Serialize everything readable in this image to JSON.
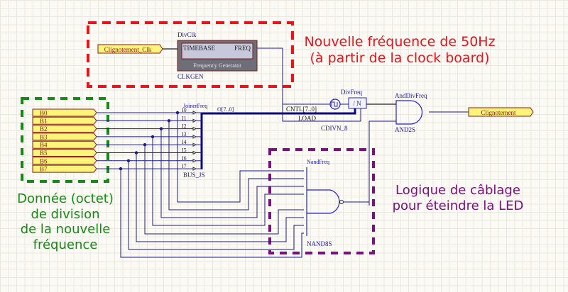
{
  "colors": {
    "wire": "#1a1a8c",
    "bus": "#0a0a80",
    "port_fill": "#fff47a",
    "port_border": "#8b1a1a",
    "component_fill": "#6e6e78",
    "red_annotation": "#e8141c",
    "green_annotation": "#168a16",
    "purple_annotation": "#7c1080",
    "label_blue": "#1a1aa0"
  },
  "annotations": {
    "frequency": [
      "Nouvelle fréquence de 50Hz",
      "(à partir de la clock board)"
    ],
    "division": [
      "Donnée (octet)",
      "de division",
      "de la nouvelle",
      "fréquence"
    ],
    "logic": [
      "Logique de câblage",
      "pour éteindre la LED"
    ]
  },
  "ports": {
    "input_clk": "Clignotement_Clk",
    "output": "Clignotement",
    "bits": [
      "B0",
      "B1",
      "B2",
      "B3",
      "B4",
      "B5",
      "B6",
      "B7"
    ]
  },
  "components": {
    "clkgen": {
      "name": "DivClk",
      "type": "CLKGEN",
      "pin_in": "TIMEBASE",
      "pin_out": "FREQ",
      "caption": "Frequency Generator"
    },
    "joiner": {
      "name": "JoinerFreq",
      "type": "BUS_JS",
      "inputs": [
        "I0",
        "I1",
        "I2",
        "I3",
        "I4",
        "I5",
        "I6",
        "I7"
      ],
      "output": "O[7..0]"
    },
    "divider": {
      "name": "DivFreq",
      "type": "CDIVN_8",
      "pin_cntl": "CNTL[7..0]",
      "pin_load": "LOAD",
      "symbol": "/ N"
    },
    "and_gate": {
      "name": "AndDivFreq",
      "type": "AND2S"
    },
    "nand_gate": {
      "name": "NandFreq",
      "type": "NAND8S"
    }
  }
}
